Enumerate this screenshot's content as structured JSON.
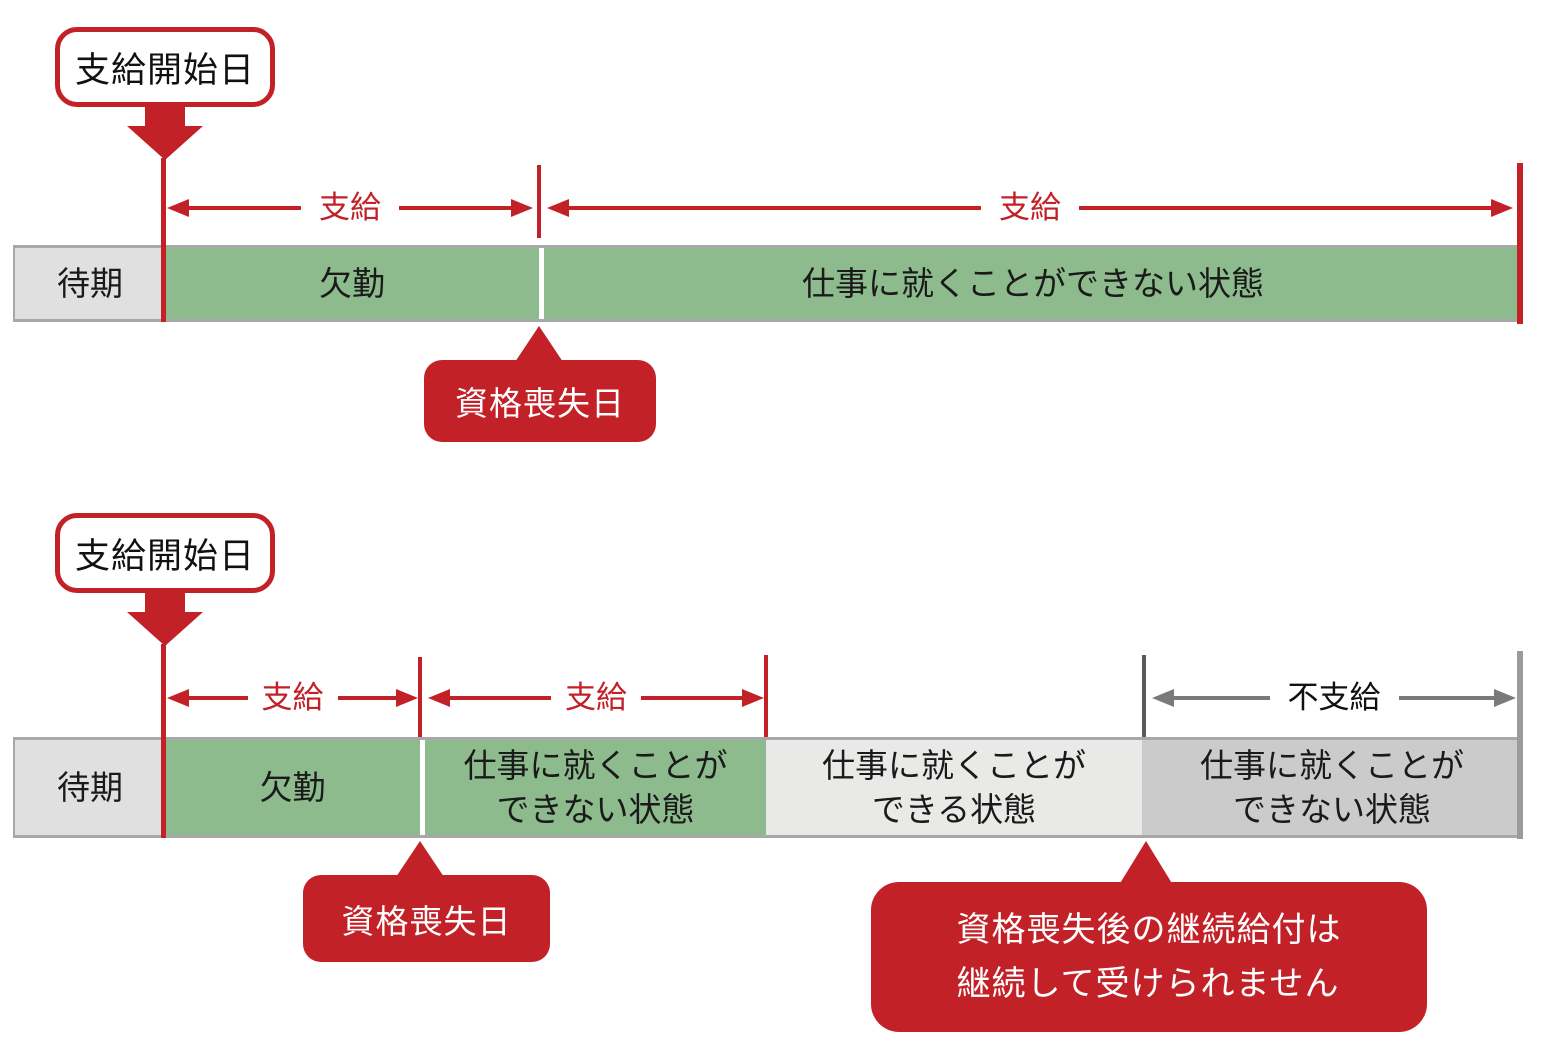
{
  "colors": {
    "red": "#C22128",
    "green": "#8DBB8D",
    "waiting_gray": "#E0E0E0",
    "able_gray": "#E9E9E7",
    "unable_gray": "#CBCBCB",
    "bar_border_gray": "#A8A8A8",
    "arrow_gray": "#7A7A7A"
  },
  "top": {
    "start_label": "支給開始日",
    "arrows": [
      {
        "label": "支給"
      },
      {
        "label": "支給"
      }
    ],
    "sections": [
      {
        "lines": [
          "待期"
        ]
      },
      {
        "lines": [
          "欠勤"
        ]
      },
      {
        "lines": [
          "仕事に就くことができない状態"
        ]
      }
    ],
    "loss_label": "資格喪失日"
  },
  "bottom": {
    "start_label": "支給開始日",
    "arrows": [
      {
        "label": "支給"
      },
      {
        "label": "支給"
      },
      {
        "label": "不支給"
      }
    ],
    "sections": [
      {
        "lines": [
          "待期"
        ]
      },
      {
        "lines": [
          "欠勤"
        ]
      },
      {
        "lines": [
          "仕事に就くことが",
          "できない状態"
        ]
      },
      {
        "lines": [
          "仕事に就くことが",
          "できる状態"
        ]
      },
      {
        "lines": [
          "仕事に就くことが",
          "できない状態"
        ]
      }
    ],
    "loss_label": "資格喪失日",
    "note": {
      "lines": [
        "資格喪失後の継続給付は",
        "継続して受けられません"
      ]
    }
  }
}
